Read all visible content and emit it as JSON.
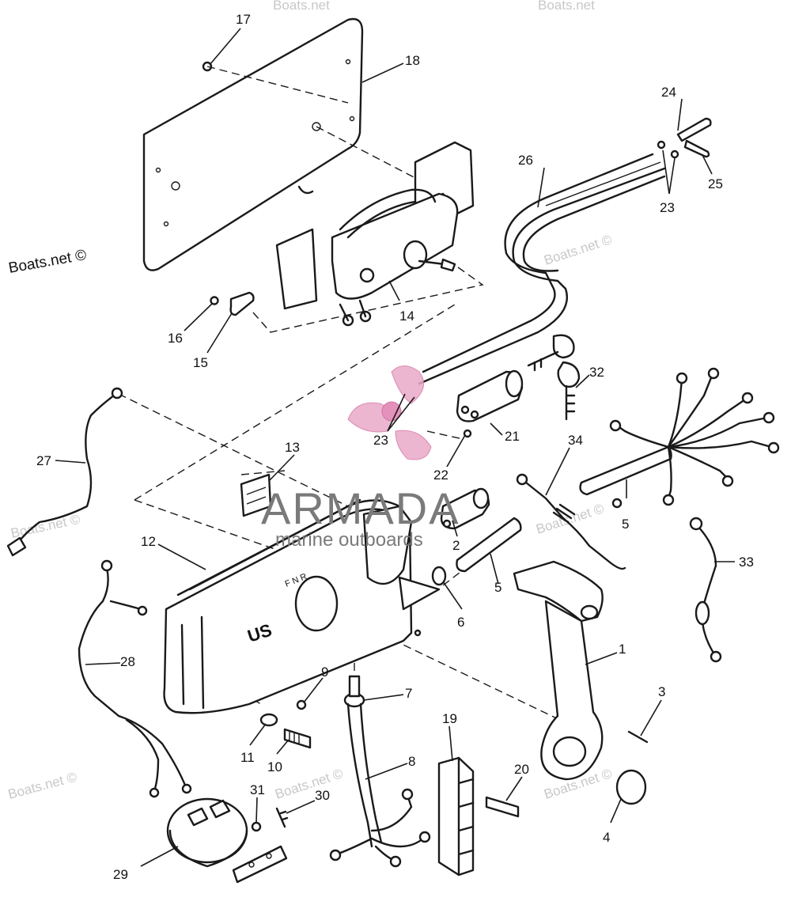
{
  "callouts": {
    "c1": "1",
    "c2": "2",
    "c3": "3",
    "c4": "4",
    "c5a": "5",
    "c5b": "5",
    "c6": "6",
    "c7": "7",
    "c8": "8",
    "c9": "9",
    "c10": "10",
    "c11": "11",
    "c12": "12",
    "c13": "13",
    "c14": "14",
    "c15": "15",
    "c16": "16",
    "c17": "17",
    "c18": "18",
    "c19": "19",
    "c20": "20",
    "c21": "21",
    "c22": "22",
    "c23a": "23",
    "c23b": "23",
    "c24": "24",
    "c25": "25",
    "c26": "26",
    "c27": "27",
    "c28": "28",
    "c29": "29",
    "c30": "30",
    "c31": "31",
    "c32": "32",
    "c33": "33",
    "c34": "34"
  },
  "watermarks": {
    "boats": "Boats.net ©",
    "boats_short": "Boats.net"
  },
  "brand": {
    "name": "ARMADA",
    "tagline": "marine outboards",
    "logo_color": "#e9a9c8"
  },
  "housing_text": {
    "model": "US",
    "shift": "F N R"
  }
}
